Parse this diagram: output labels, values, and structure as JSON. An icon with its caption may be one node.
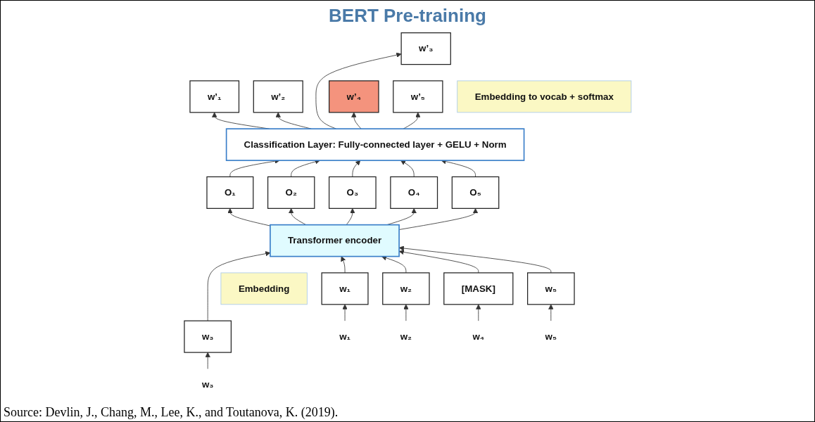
{
  "diagram": {
    "title": "BERT Pre-training",
    "caption": "Source: Devlin, J., Chang, M., Lee, K., and Toutanova, K. (2019).",
    "nodes": [
      {
        "text": [
          "w’₁"
        ]
      },
      {
        "text": [
          "w’₂"
        ]
      },
      {
        "text": [
          "w’₃"
        ]
      },
      {
        "text": [
          "w’₄"
        ]
      },
      {
        "text": [
          "w’₅"
        ]
      },
      {
        "text": [
          "Embedding to vocab + softmax"
        ]
      },
      {
        "text": [
          "Classification Layer: Fully-connected layer + GELU + Norm"
        ]
      },
      {
        "text": [
          "O₁"
        ]
      },
      {
        "text": [
          "O₂"
        ]
      },
      {
        "text": [
          "O₃"
        ]
      },
      {
        "text": [
          "O₄"
        ]
      },
      {
        "text": [
          "O₅"
        ]
      },
      {
        "text": [
          "Transformer encoder"
        ]
      },
      {
        "text": [
          "Embedding"
        ]
      },
      {
        "text": [
          "w₁"
        ]
      },
      {
        "text": [
          "w₂"
        ]
      },
      {
        "text": [
          "w₃"
        ]
      },
      {
        "text": [
          "[MASK]"
        ]
      },
      {
        "text": [
          "w₅"
        ]
      },
      {
        "text": [
          "w₁"
        ]
      },
      {
        "text": [
          "w₂"
        ]
      },
      {
        "text": [
          "w₃"
        ]
      },
      {
        "text": [
          "w₄"
        ]
      },
      {
        "text": [
          "w₅"
        ]
      }
    ],
    "edges": [
      {
        "from": 19,
        "to": 14,
        "arrow": "to"
      },
      {
        "from": 20,
        "to": 15,
        "arrow": "to"
      },
      {
        "from": 21,
        "to": 16,
        "arrow": "to"
      },
      {
        "from": 22,
        "to": 17,
        "arrow": "to"
      },
      {
        "from": 23,
        "to": 18,
        "arrow": "to"
      },
      {
        "from": 14,
        "to": 12,
        "arrow": "to"
      },
      {
        "from": 15,
        "to": 12,
        "arrow": "to"
      },
      {
        "from": 16,
        "to": 12,
        "arrow": "to"
      },
      {
        "from": 17,
        "to": 12,
        "arrow": "to"
      },
      {
        "from": 18,
        "to": 12,
        "arrow": "to"
      },
      {
        "from": 12,
        "to": 7,
        "arrow": "to"
      },
      {
        "from": 12,
        "to": 8,
        "arrow": "to"
      },
      {
        "from": 12,
        "to": 9,
        "arrow": "to"
      },
      {
        "from": 12,
        "to": 10,
        "arrow": "to"
      },
      {
        "from": 12,
        "to": 11,
        "arrow": "to"
      },
      {
        "from": 7,
        "to": 6,
        "arrow": "to"
      },
      {
        "from": 8,
        "to": 6,
        "arrow": "to"
      },
      {
        "from": 9,
        "to": 6,
        "arrow": "to"
      },
      {
        "from": 10,
        "to": 6,
        "arrow": "to"
      },
      {
        "from": 11,
        "to": 6,
        "arrow": "to"
      },
      {
        "from": 6,
        "to": 0,
        "arrow": "to"
      },
      {
        "from": 6,
        "to": 1,
        "arrow": "to"
      },
      {
        "from": 6,
        "to": 2,
        "arrow": "to"
      },
      {
        "from": 6,
        "to": 3,
        "arrow": "to"
      },
      {
        "from": 6,
        "to": 4,
        "arrow": "to"
      }
    ]
  }
}
